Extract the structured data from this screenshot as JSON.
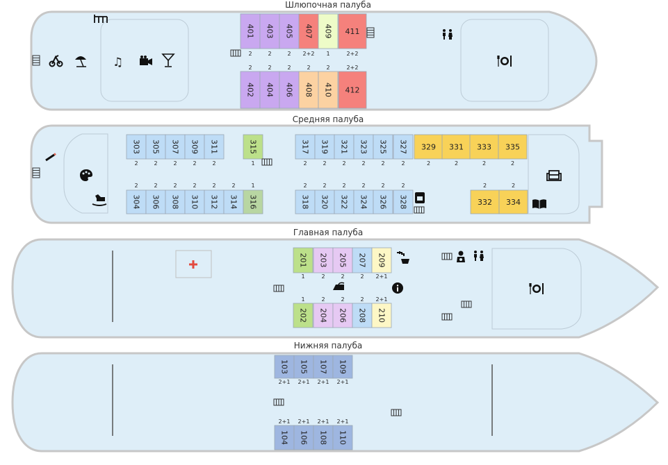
{
  "colors": {
    "hull_fill": "#deeef8",
    "hull_stroke": "#c7c7c7",
    "purple": "#c9a8f0",
    "red": "#f5817c",
    "lightgreen": "#eefcc8",
    "peach": "#fcd2a2",
    "blue": "#bedcf6",
    "yellow": "#f8d258",
    "green": "#bce08a",
    "olive": "#b8d6a2",
    "pink": "#e6c9f3",
    "cream": "#fdf7c6",
    "steel": "#9eb6e0"
  },
  "decks": [
    {
      "id": "boat",
      "title": "Шлюпочная палуба"
    },
    {
      "id": "middle",
      "title": "Средняя палуба"
    },
    {
      "id": "main",
      "title": "Главная палуба"
    },
    {
      "id": "lower",
      "title": "Нижняя палуба"
    }
  ],
  "cabins": {
    "boat": [
      {
        "n": "401",
        "cap": "2",
        "c": "purple",
        "row": "top"
      },
      {
        "n": "403",
        "cap": "2",
        "c": "purple",
        "row": "top"
      },
      {
        "n": "405",
        "cap": "2",
        "c": "purple",
        "row": "top"
      },
      {
        "n": "407",
        "cap": "2+2",
        "c": "red",
        "row": "top"
      },
      {
        "n": "409",
        "cap": "1",
        "c": "lightgreen",
        "row": "top"
      },
      {
        "n": "411",
        "cap": "2+2",
        "c": "red",
        "row": "top",
        "wide": true,
        "horiz": true
      },
      {
        "n": "402",
        "cap": "2",
        "c": "purple",
        "row": "bottom"
      },
      {
        "n": "404",
        "cap": "2",
        "c": "purple",
        "row": "bottom"
      },
      {
        "n": "406",
        "cap": "2",
        "c": "purple",
        "row": "bottom"
      },
      {
        "n": "408",
        "cap": "2",
        "c": "peach",
        "row": "bottom"
      },
      {
        "n": "410",
        "cap": "2",
        "c": "peach",
        "row": "bottom"
      },
      {
        "n": "412",
        "cap": "2+2",
        "c": "red",
        "row": "bottom",
        "wide": true,
        "horiz": true
      }
    ],
    "middle": [
      {
        "n": "303",
        "cap": "2",
        "c": "blue",
        "row": "top"
      },
      {
        "n": "305",
        "cap": "2",
        "c": "blue",
        "row": "top"
      },
      {
        "n": "307",
        "cap": "2",
        "c": "blue",
        "row": "top"
      },
      {
        "n": "309",
        "cap": "2",
        "c": "blue",
        "row": "top"
      },
      {
        "n": "311",
        "cap": "2",
        "c": "blue",
        "row": "top"
      },
      {
        "n": "315",
        "cap": "1",
        "c": "green",
        "row": "top"
      },
      {
        "n": "317",
        "cap": "2",
        "c": "blue",
        "row": "top"
      },
      {
        "n": "319",
        "cap": "2",
        "c": "blue",
        "row": "top"
      },
      {
        "n": "321",
        "cap": "2",
        "c": "blue",
        "row": "top"
      },
      {
        "n": "323",
        "cap": "2",
        "c": "blue",
        "row": "top"
      },
      {
        "n": "325",
        "cap": "2",
        "c": "blue",
        "row": "top"
      },
      {
        "n": "327",
        "cap": "2",
        "c": "blue",
        "row": "top"
      },
      {
        "n": "329",
        "cap": "2",
        "c": "yellow",
        "row": "top",
        "horiz": true
      },
      {
        "n": "331",
        "cap": "2",
        "c": "yellow",
        "row": "top",
        "horiz": true
      },
      {
        "n": "333",
        "cap": "2",
        "c": "yellow",
        "row": "top",
        "horiz": true
      },
      {
        "n": "335",
        "cap": "2",
        "c": "yellow",
        "row": "top",
        "horiz": true
      },
      {
        "n": "304",
        "cap": "2",
        "c": "blue",
        "row": "bottom"
      },
      {
        "n": "306",
        "cap": "2",
        "c": "blue",
        "row": "bottom"
      },
      {
        "n": "308",
        "cap": "2",
        "c": "blue",
        "row": "bottom"
      },
      {
        "n": "310",
        "cap": "2",
        "c": "blue",
        "row": "bottom"
      },
      {
        "n": "312",
        "cap": "2",
        "c": "blue",
        "row": "bottom"
      },
      {
        "n": "314",
        "cap": "2",
        "c": "blue",
        "row": "bottom"
      },
      {
        "n": "316",
        "cap": "1",
        "c": "olive",
        "row": "bottom"
      },
      {
        "n": "318",
        "cap": "2",
        "c": "blue",
        "row": "bottom"
      },
      {
        "n": "320",
        "cap": "2",
        "c": "blue",
        "row": "bottom"
      },
      {
        "n": "322",
        "cap": "2",
        "c": "blue",
        "row": "bottom"
      },
      {
        "n": "324",
        "cap": "2",
        "c": "blue",
        "row": "bottom"
      },
      {
        "n": "326",
        "cap": "2",
        "c": "blue",
        "row": "bottom"
      },
      {
        "n": "328",
        "cap": "2",
        "c": "blue",
        "row": "bottom"
      },
      {
        "n": "332",
        "cap": "2",
        "c": "yellow",
        "row": "bottom",
        "horiz": true
      },
      {
        "n": "334",
        "cap": "2",
        "c": "yellow",
        "row": "bottom",
        "horiz": true
      }
    ],
    "main": [
      {
        "n": "201",
        "cap": "1",
        "c": "green",
        "row": "top"
      },
      {
        "n": "203",
        "cap": "2",
        "c": "pink",
        "row": "top"
      },
      {
        "n": "205",
        "cap": "2",
        "c": "pink",
        "row": "top"
      },
      {
        "n": "207",
        "cap": "2",
        "c": "blue",
        "row": "top"
      },
      {
        "n": "209",
        "cap": "2+1",
        "c": "cream",
        "row": "top"
      },
      {
        "n": "202",
        "cap": "1",
        "c": "green",
        "row": "bottom"
      },
      {
        "n": "204",
        "cap": "2",
        "c": "pink",
        "row": "bottom"
      },
      {
        "n": "206",
        "cap": "2",
        "c": "pink",
        "row": "bottom"
      },
      {
        "n": "208",
        "cap": "2",
        "c": "blue",
        "row": "bottom"
      },
      {
        "n": "210",
        "cap": "2+1",
        "c": "cream",
        "row": "bottom"
      }
    ],
    "lower": [
      {
        "n": "103",
        "cap": "2+1",
        "c": "steel",
        "row": "top"
      },
      {
        "n": "105",
        "cap": "2+1",
        "c": "steel",
        "row": "top"
      },
      {
        "n": "107",
        "cap": "2+1",
        "c": "steel",
        "row": "top"
      },
      {
        "n": "109",
        "cap": "2+1",
        "c": "steel",
        "row": "top"
      },
      {
        "n": "104",
        "cap": "2+1",
        "c": "steel",
        "row": "bottom"
      },
      {
        "n": "106",
        "cap": "2+1",
        "c": "steel",
        "row": "bottom"
      },
      {
        "n": "108",
        "cap": "2+1",
        "c": "steel",
        "row": "bottom"
      },
      {
        "n": "110",
        "cap": "2+1",
        "c": "steel",
        "row": "bottom"
      }
    ]
  },
  "icons": {
    "gym": "gym-bike-icon",
    "beach": "sun-umbrella-icon",
    "music": "music-notes-icon",
    "camera": "video-camera-icon",
    "cocktail": "cocktail-icon",
    "bar": "bar-counter-icon",
    "restaurant": "restaurant-icon",
    "wc": "toilet-icon",
    "stairs": "stairs-icon",
    "smoking": "smoking-icon",
    "palette": "art-palette-icon",
    "horse": "rocking-horse-icon",
    "sofa": "sofa-icon",
    "library": "open-book-icon",
    "coffee": "coffee-machine-icon",
    "medic": "medical-cross-icon",
    "tea": "tea-tap-icon",
    "iron": "iron-icon",
    "info": "info-icon",
    "baby": "baby-icon"
  }
}
